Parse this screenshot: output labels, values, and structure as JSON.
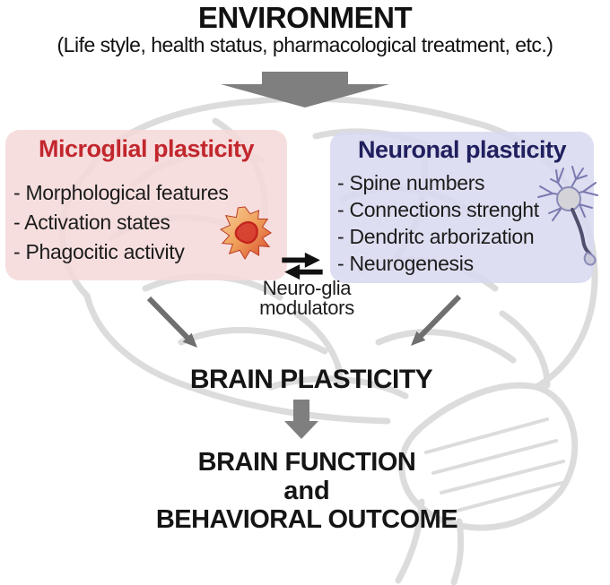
{
  "header": {
    "title": "ENVIRONMENT",
    "subtitle": "(Life style, health status, pharmacological treatment, etc.)"
  },
  "boxes": {
    "microglial": {
      "title": "Microglial plasticity",
      "items": [
        "- Morphological features",
        "- Activation states",
        "- Phagocitic activity"
      ]
    },
    "neuronal": {
      "title": "Neuronal plasticity",
      "items": [
        "- Spine numbers",
        "- Connections strenght",
        "- Dendritc arborization",
        "- Neurogenesis"
      ]
    }
  },
  "exchange": {
    "line1": "Neuro-glia",
    "line2": "modulators"
  },
  "outcome": {
    "plasticity": "BRAIN PLASTICITY",
    "function": "BRAIN FUNCTION",
    "conjunction": "and",
    "behavior": "BEHAVIORAL OUTCOME"
  },
  "icons": {
    "environment_arrow": "down-arrow-icon",
    "exchange_arrows": "exchange-arrows-icon",
    "microglia": "microglia-cell-icon",
    "neuron": "neuron-cell-icon",
    "left_flow": "left-diagonal-arrow-icon",
    "right_flow": "right-diagonal-arrow-icon",
    "plasticity_arrow": "down-arrow-small-icon",
    "background": "brain-outline-background"
  },
  "colors": {
    "microglial_title": "#c2272e",
    "microglial_bg": "#f6d9d9",
    "neuronal_title": "#20205f",
    "neuronal_bg": "#dadaf0",
    "arrow_gray": "#7f7f7f",
    "diagonal_arrow_gray": "#6f6f6f",
    "exchange_black": "#111111",
    "text_black": "#1a1a1a",
    "brain_sketch": "#dcdcdc"
  }
}
